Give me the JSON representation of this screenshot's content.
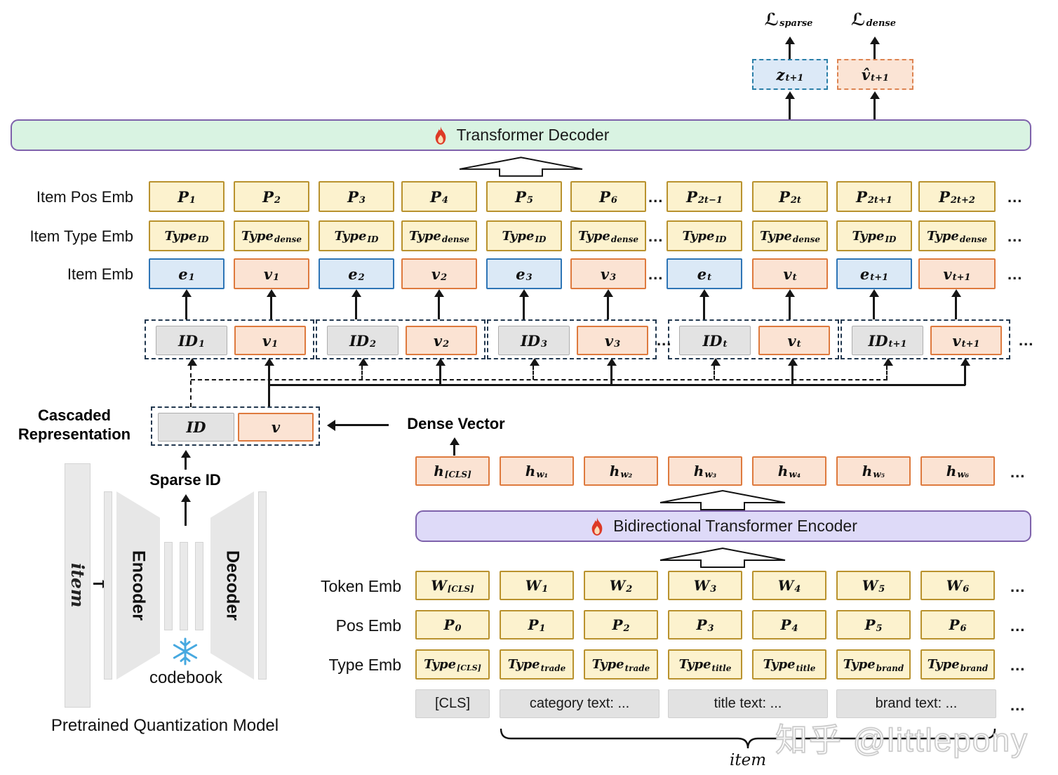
{
  "ellipsis": "...",
  "losses": {
    "sparse_m": "ℒ",
    "sparse_s": "sparse",
    "dense_m": "ℒ",
    "dense_s": "dense"
  },
  "outputs": {
    "z_m": "z",
    "z_s": "t+1",
    "vhat_m": "v̂",
    "vhat_s": "t+1"
  },
  "bars": {
    "decoder": "Transformer Decoder",
    "encoder": "Bidirectional Transformer Encoder"
  },
  "item_grid": {
    "pos_label": "Item Pos Emb",
    "type_label": "Item Type Emb",
    "emb_label": "Item Emb",
    "pos": [
      {
        "m": "P",
        "s": "1"
      },
      {
        "m": "P",
        "s": "2"
      },
      {
        "m": "P",
        "s": "3"
      },
      {
        "m": "P",
        "s": "4"
      },
      {
        "m": "P",
        "s": "5"
      },
      {
        "m": "P",
        "s": "6"
      },
      {
        "m": "P",
        "s": "2t−1"
      },
      {
        "m": "P",
        "s": "2t"
      },
      {
        "m": "P",
        "s": "2t+1"
      },
      {
        "m": "P",
        "s": "2t+2"
      }
    ],
    "type": [
      {
        "m": "Type",
        "s": "ID"
      },
      {
        "m": "Type",
        "s": "dense"
      },
      {
        "m": "Type",
        "s": "ID"
      },
      {
        "m": "Type",
        "s": "dense"
      },
      {
        "m": "Type",
        "s": "ID"
      },
      {
        "m": "Type",
        "s": "dense"
      },
      {
        "m": "Type",
        "s": "ID"
      },
      {
        "m": "Type",
        "s": "dense"
      },
      {
        "m": "Type",
        "s": "ID"
      },
      {
        "m": "Type",
        "s": "dense"
      }
    ],
    "emb": [
      {
        "m": "e",
        "s": "1"
      },
      {
        "m": "v",
        "s": "1"
      },
      {
        "m": "e",
        "s": "2"
      },
      {
        "m": "v",
        "s": "2"
      },
      {
        "m": "e",
        "s": "3"
      },
      {
        "m": "v",
        "s": "3"
      },
      {
        "m": "e",
        "s": "t"
      },
      {
        "m": "v",
        "s": "t"
      },
      {
        "m": "e",
        "s": "t+1"
      },
      {
        "m": "v",
        "s": "t+1"
      }
    ]
  },
  "idv": {
    "pairs": [
      {
        "id_m": "ID",
        "id_s": "1",
        "v_m": "v",
        "v_s": "1"
      },
      {
        "id_m": "ID",
        "id_s": "2",
        "v_m": "v",
        "v_s": "2"
      },
      {
        "id_m": "ID",
        "id_s": "3",
        "v_m": "v",
        "v_s": "3"
      },
      {
        "id_m": "ID",
        "id_s": "t",
        "v_m": "v",
        "v_s": "t"
      },
      {
        "id_m": "ID",
        "id_s": "t+1",
        "v_m": "v",
        "v_s": "t+1"
      }
    ]
  },
  "cascaded": {
    "line1": "Cascaded",
    "line2": "Representation",
    "id_m": "ID",
    "v_m": "v"
  },
  "labels": {
    "sparse_id": "Sparse ID",
    "dense_vector": "Dense Vector"
  },
  "h_row": [
    {
      "m": "h",
      "s": "[CLS]"
    },
    {
      "m": "h",
      "s": "w₁"
    },
    {
      "m": "h",
      "s": "w₂"
    },
    {
      "m": "h",
      "s": "w₃"
    },
    {
      "m": "h",
      "s": "w₄"
    },
    {
      "m": "h",
      "s": "w₅"
    },
    {
      "m": "h",
      "s": "w₆"
    }
  ],
  "token_grid": {
    "token_label": "Token Emb",
    "pos_label": "Pos Emb",
    "type_label": "Type Emb",
    "token": [
      {
        "m": "W",
        "s": "[CLS]"
      },
      {
        "m": "W",
        "s": "1"
      },
      {
        "m": "W",
        "s": "2"
      },
      {
        "m": "W",
        "s": "3"
      },
      {
        "m": "W",
        "s": "4"
      },
      {
        "m": "W",
        "s": "5"
      },
      {
        "m": "W",
        "s": "6"
      }
    ],
    "pos": [
      {
        "m": "P",
        "s": "0"
      },
      {
        "m": "P",
        "s": "1"
      },
      {
        "m": "P",
        "s": "2"
      },
      {
        "m": "P",
        "s": "3"
      },
      {
        "m": "P",
        "s": "4"
      },
      {
        "m": "P",
        "s": "5"
      },
      {
        "m": "P",
        "s": "6"
      }
    ],
    "type": [
      {
        "m": "Type",
        "s": "[CLS]"
      },
      {
        "m": "Type",
        "s": "trade"
      },
      {
        "m": "Type",
        "s": "trade"
      },
      {
        "m": "Type",
        "s": "title"
      },
      {
        "m": "Type",
        "s": "title"
      },
      {
        "m": "Type",
        "s": "brand"
      },
      {
        "m": "Type",
        "s": "brand"
      }
    ]
  },
  "text_row": {
    "cls": "[CLS]",
    "category": "category text: ...",
    "title": "title text: ...",
    "brand": "brand text: ..."
  },
  "brace_label": "item",
  "quant": {
    "item": "item",
    "encoder": "Encoder",
    "decoder": "Decoder",
    "codebook": "codebook",
    "caption": "Pretrained Quantization Model"
  },
  "watermark": "知乎 @littlepony",
  "colors": {
    "decoder_bar": "#D9F3E2",
    "encoder_bar": "#DEDAF8",
    "bar_border": "#7E62AB",
    "yellow_fill": "#FCF2CE",
    "yellow_border": "#B9922E",
    "blue_fill": "#DBE9F6",
    "blue_border": "#2E75B6",
    "orange_fill": "#FBE3D3",
    "orange_border": "#DE7A3E",
    "gray_fill": "#E3E3E3",
    "flame": "#DD3A26",
    "snowflake": "#47A9E0"
  }
}
